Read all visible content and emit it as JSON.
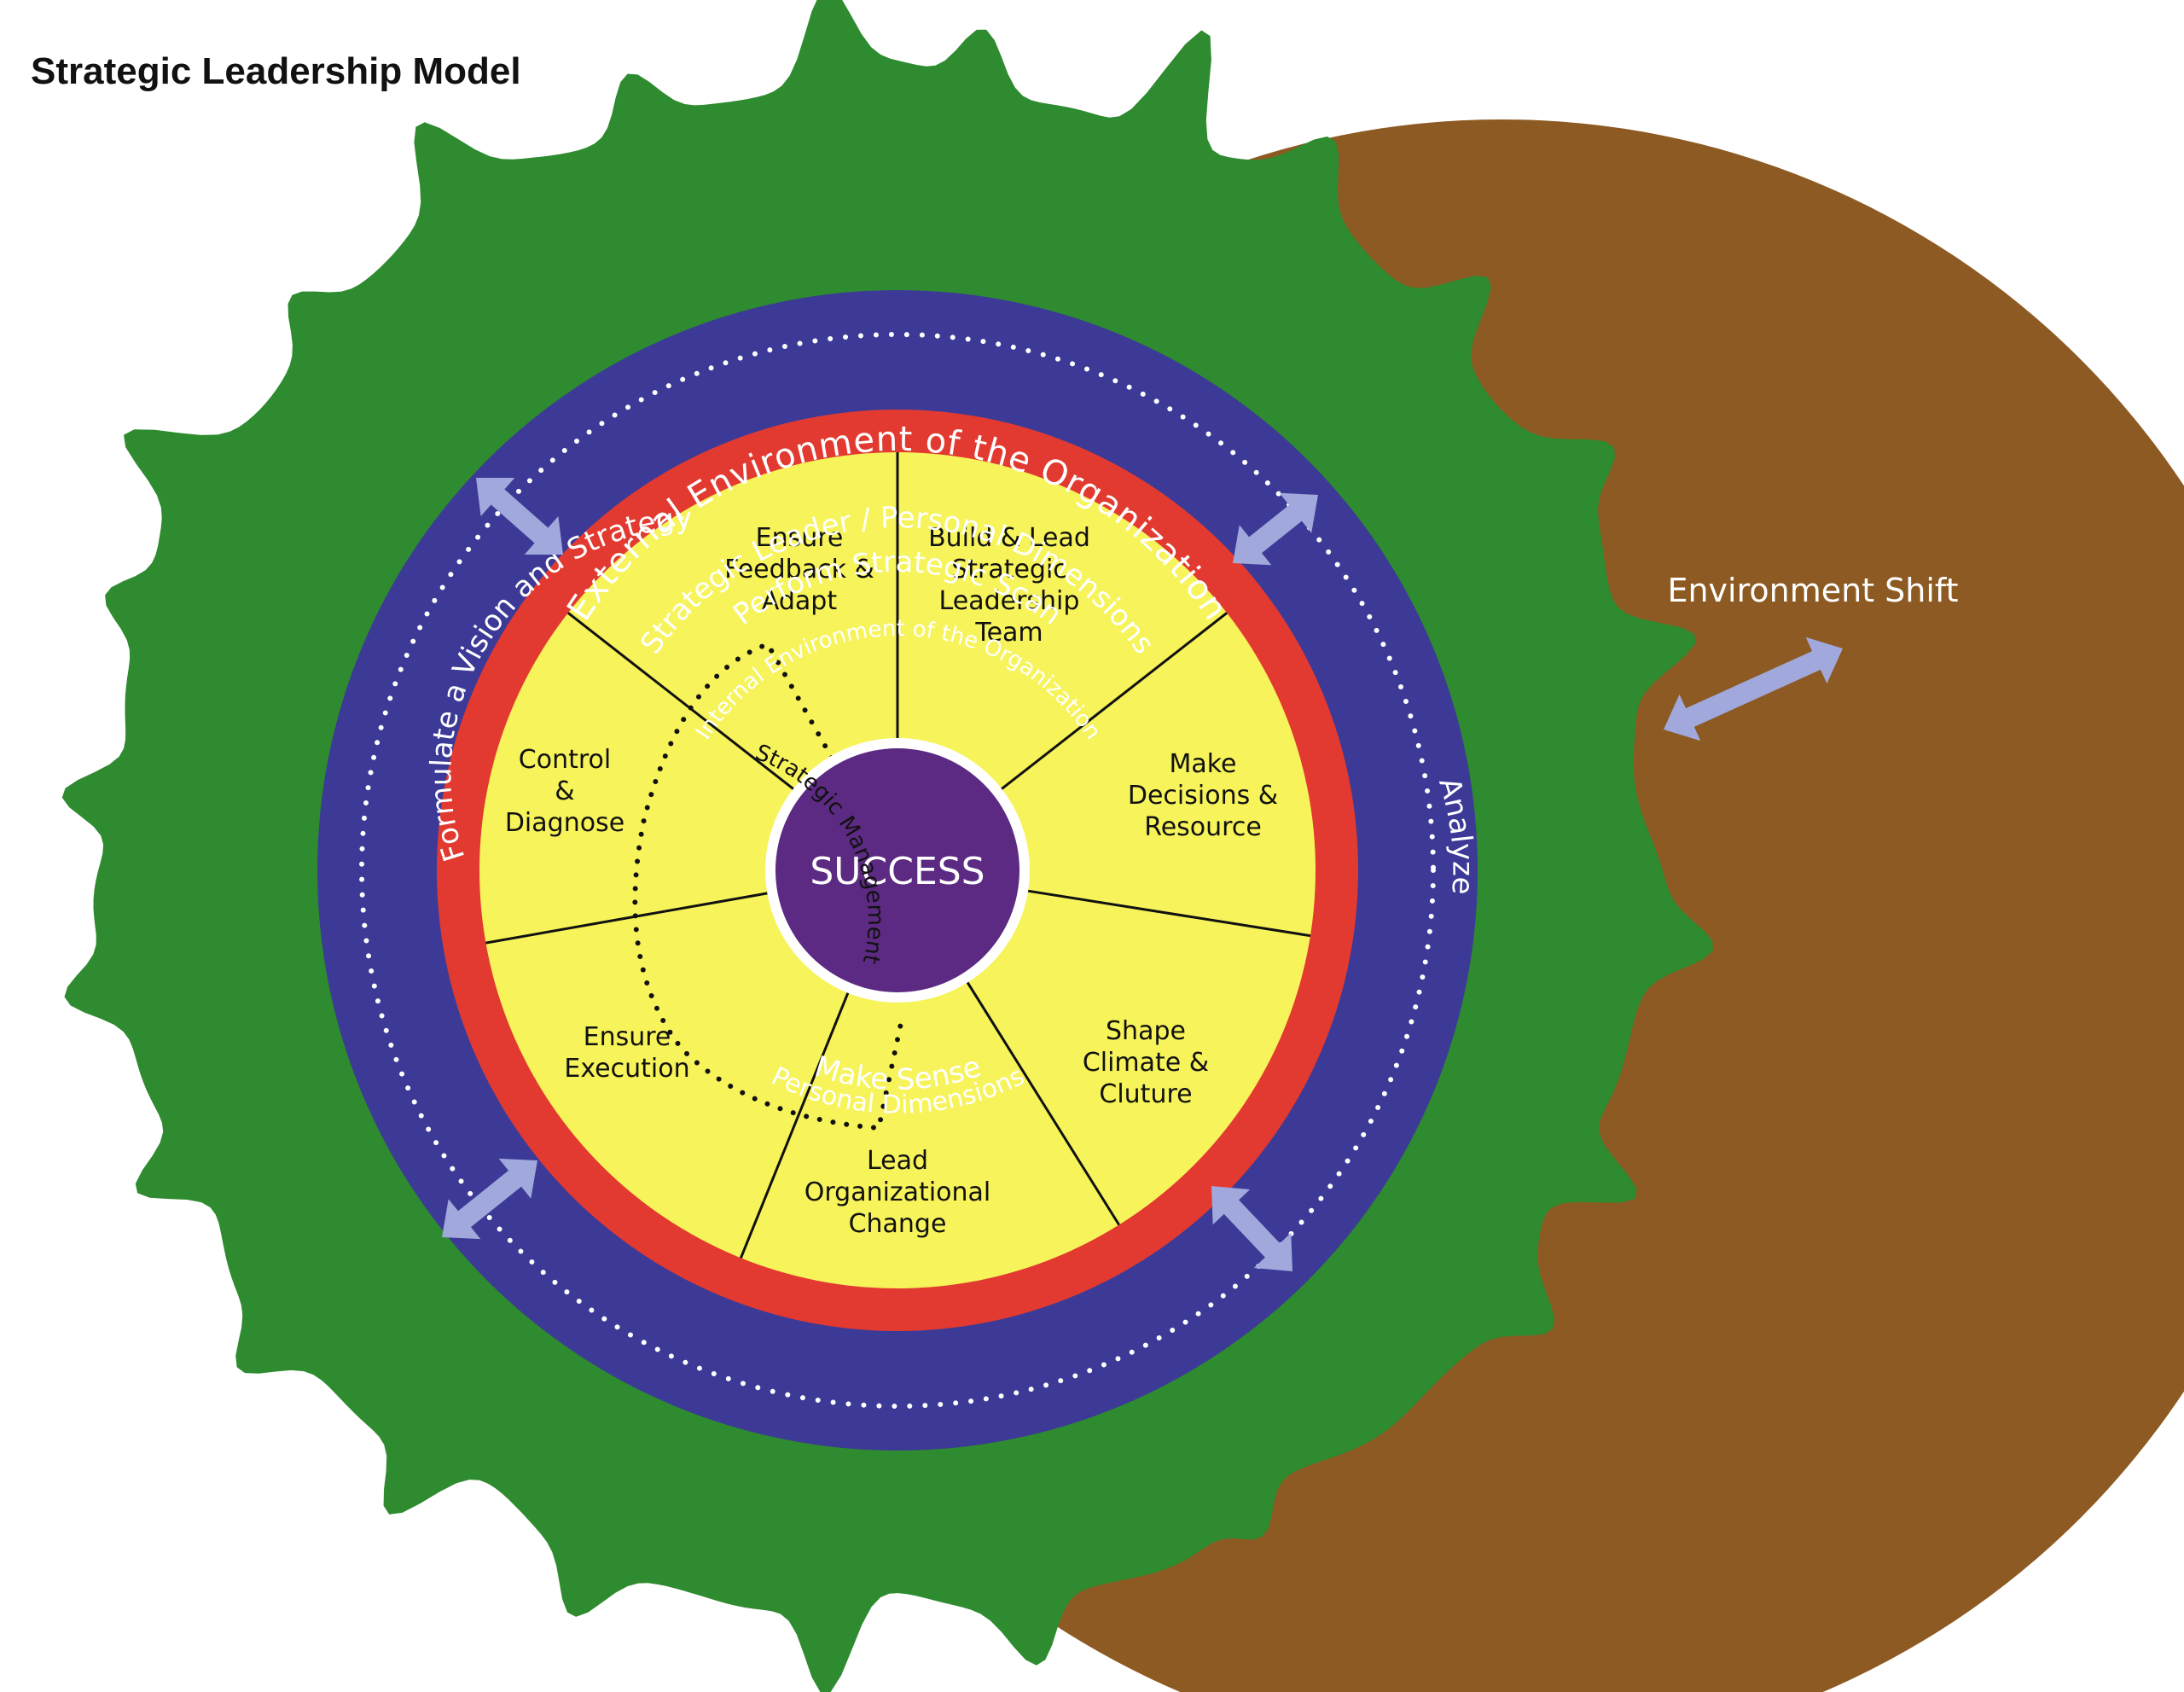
{
  "title": "Strategic Leadership Model",
  "rings": {
    "external": "External Environment of the Organization",
    "leader_top": "Strategic Leader / Personal Dimensions",
    "scan": "Perform Strategic Scan",
    "internal": "Internal Environment of the Organization",
    "formulate": "Formulate a Vision and Strategy",
    "analyze": "Analyze",
    "make_sense": "Make Sense",
    "personal_bottom": "Personal Dimensions"
  },
  "center": "SUCCESS",
  "strategic_management": "Strategic Management",
  "environment_shift": "Environment Shift",
  "segments": [
    {
      "id": "build",
      "lines": [
        "Build & Lead",
        "Strategic",
        "Leadership",
        "Team"
      ]
    },
    {
      "id": "decisions",
      "lines": [
        "Make",
        "Decisions &",
        "Resource"
      ]
    },
    {
      "id": "shape",
      "lines": [
        "Shape",
        "Climate &",
        "Cluture"
      ]
    },
    {
      "id": "change",
      "lines": [
        "Lead",
        "Organizational",
        "Change"
      ]
    },
    {
      "id": "execution",
      "lines": [
        "Ensure",
        "Execution"
      ]
    },
    {
      "id": "control",
      "lines": [
        "Control",
        "&",
        "Diagnose"
      ]
    },
    {
      "id": "feedback",
      "lines": [
        "Ensure",
        "Feedback &",
        "Adapt"
      ]
    }
  ],
  "colors": {
    "green": "#2e8b2f",
    "brown": "#8c5a22",
    "blue": "#3c3a96",
    "red": "#e23a30",
    "yellow": "#f7f35a",
    "purple": "#5c2a82",
    "arrow": "#a0a8dc"
  }
}
